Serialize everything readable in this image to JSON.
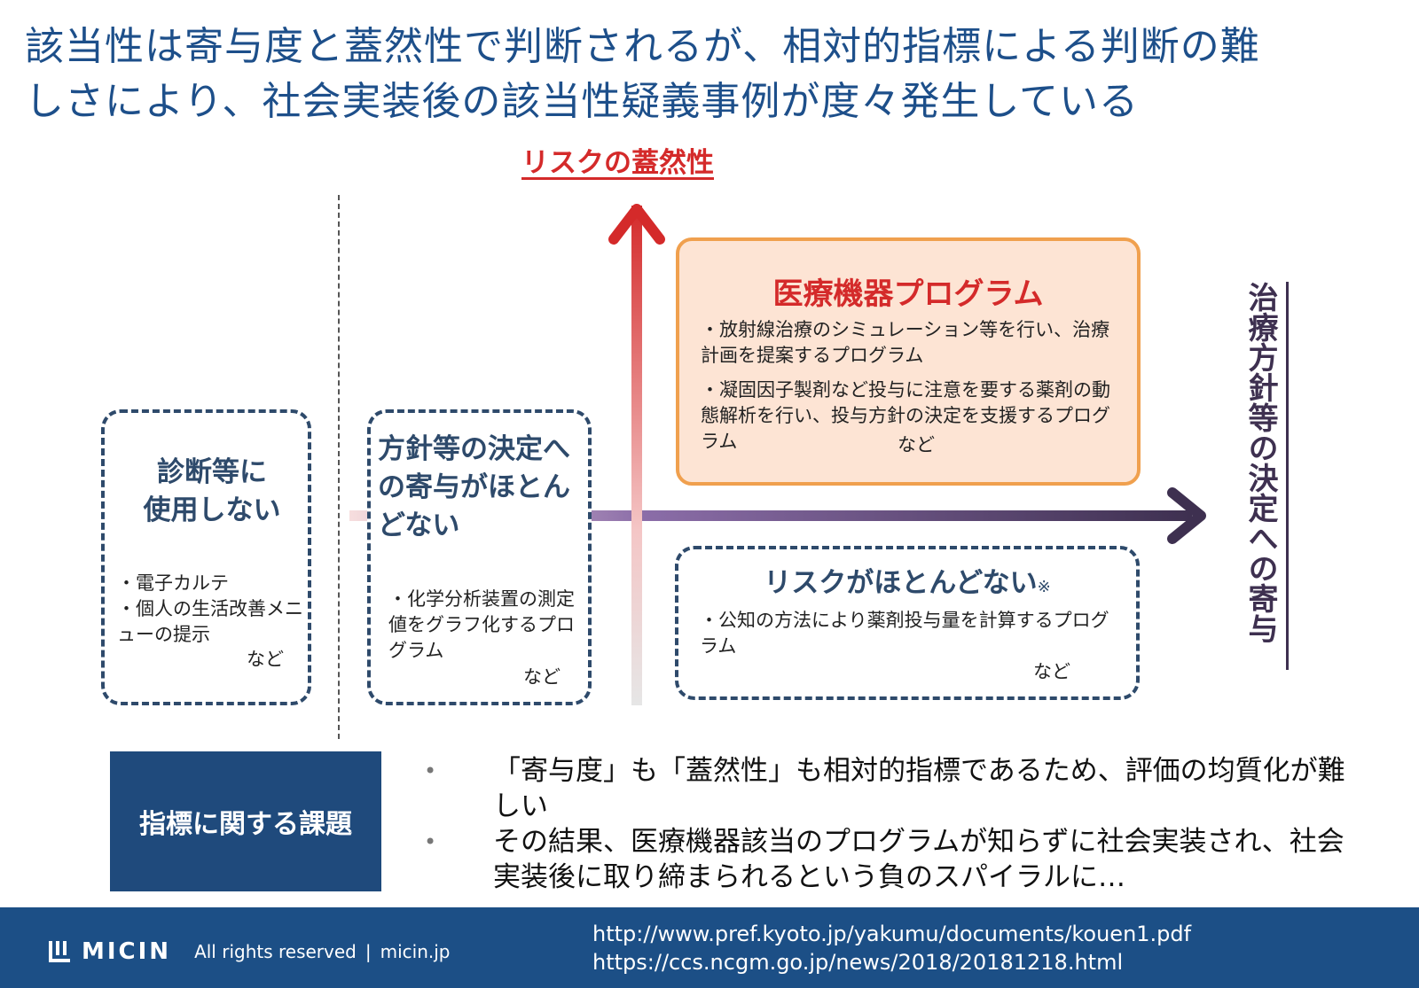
{
  "title": {
    "line1": "該当性は寄与度と蓋然性で判断されるが、相対的指標による判断の難",
    "line2": "しさにより、社会実装後の該当性疑義事例が度々発生している"
  },
  "axes": {
    "y_label": "リスクの蓋然性",
    "x_label": "治療方針等の決定への寄与"
  },
  "boxes": {
    "not_used": {
      "heading_line1": "診断等に",
      "heading_line2": "使用しない",
      "items": [
        "・電子カルテ",
        "・個人の生活改善メニューの提示"
      ],
      "etc": "など"
    },
    "little_contribution": {
      "heading": "方針等の決定への寄与がほとんどない",
      "items": [
        "・化学分析装置の測定値をグラフ化するプログラム"
      ],
      "etc": "など"
    },
    "medical_device": {
      "heading": "医療機器プログラム",
      "items": [
        "・放射線治療のシミュレーション等を行い、治療計画を提案するプログラム",
        "・凝固因子製剤など投与に注意を要する薬剤の動態解析を行い、投与方針の決定を支援するプログラム"
      ],
      "etc": "など"
    },
    "little_risk": {
      "heading": "リスクがほとんどない",
      "mark": "※",
      "items": [
        "・公知の方法により薬剤投与量を計算するプログラム"
      ],
      "etc": "など"
    }
  },
  "issue": {
    "label": "指標に関する課題",
    "bullets": [
      "「寄与度」も「蓋然性」も相対的指標であるため、評価の均質化が難しい",
      "その結果、医療機器該当のプログラムが知らずに社会実装され、社会実装後に取り締まられるという負のスパイラルに…"
    ],
    "bullet_symbol": "•"
  },
  "footer": {
    "brand": "MICIN",
    "rights": "All rights reserved",
    "separator": "|",
    "site": "micin.jp",
    "urls": [
      "http://www.pref.kyoto.jp/yakumu/documents/kouen1.pdf",
      "https://ccs.ncgm.go.jp/news/2018/20181218.html"
    ]
  },
  "colors": {
    "title": "#1d4f8a",
    "risk_red": "#d42a2a",
    "contribution_purple": "#4b3d6e",
    "dashed_border": "#2e4a6b",
    "device_fill": "#fde4d4",
    "device_border": "#f0a04e",
    "footer": "#1c4f86"
  }
}
